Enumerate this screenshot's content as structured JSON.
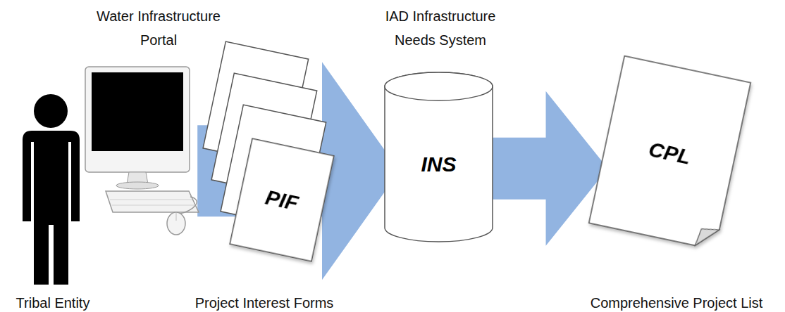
{
  "diagram": {
    "nodes": [
      {
        "text": [
          "PIF"
        ]
      },
      {
        "text": [
          "INS"
        ]
      },
      {
        "text": [
          "CPL"
        ]
      }
    ],
    "edges": [
      {
        "from": 0,
        "to": 1,
        "arrow": "to"
      },
      {
        "from": 1,
        "to": 2,
        "arrow": "to"
      }
    ],
    "labels": [
      "Water Infrastructure Portal",
      "Tribal Entity",
      "Project Interest Forms",
      "IAD Infrastructure Needs System",
      "Comprehensive Project List"
    ]
  }
}
